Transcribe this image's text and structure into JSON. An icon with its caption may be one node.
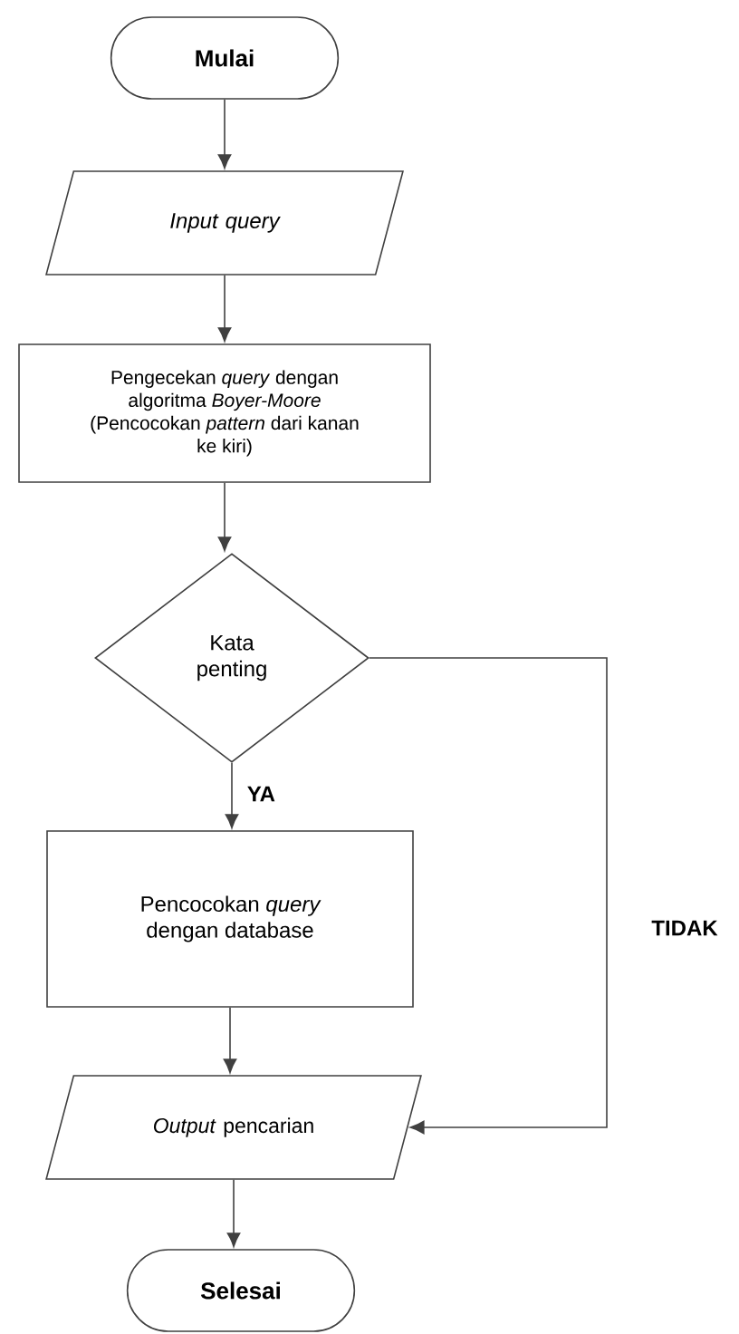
{
  "diagram": {
    "nodes": [
      {
        "text": [
          "Mulai"
        ]
      },
      {
        "text": [
          "Input query"
        ]
      },
      {
        "text": [
          "Pengecekan *query* dengan algoritma *Boyer-Moore* (Pencocokan *pattern* dari kanan ke kiri)"
        ]
      },
      {
        "text": [
          "Kata penting"
        ]
      },
      {
        "text": [
          "Pencocokan *query* dengan database"
        ]
      },
      {
        "text": [
          "*Output* pencarian"
        ]
      },
      {
        "text": [
          "Selesai"
        ]
      }
    ],
    "edges": [
      {
        "from": 0,
        "to": 1,
        "arrow": "to"
      },
      {
        "from": 1,
        "to": 2,
        "arrow": "to"
      },
      {
        "from": 2,
        "to": 3,
        "arrow": "to"
      },
      {
        "from": 3,
        "to": 4,
        "arrow": "to",
        "label": "YA"
      },
      {
        "from": 4,
        "to": 5,
        "arrow": "to"
      },
      {
        "from": 3,
        "to": 5,
        "arrow": "to",
        "label": "TIDAK"
      },
      {
        "from": 5,
        "to": 6,
        "arrow": "to"
      }
    ]
  }
}
